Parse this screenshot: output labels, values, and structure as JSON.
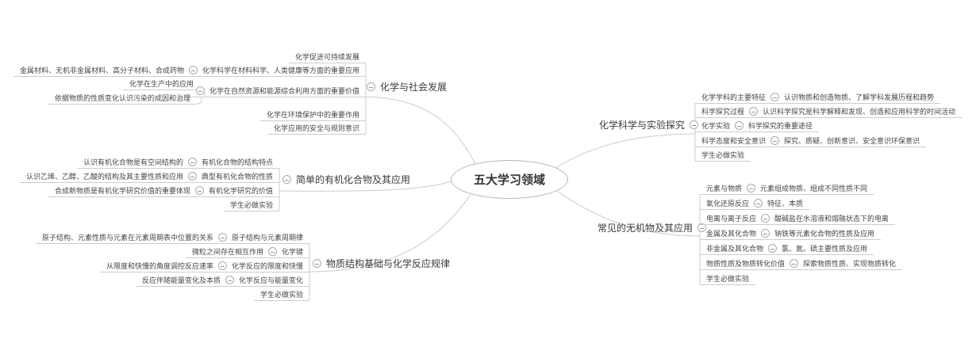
{
  "root": {
    "label": "五大学习领域"
  },
  "colors": {
    "line": "#cccccc",
    "text": "#404040",
    "icon_border": "#ababab",
    "node_border": "#b6b6b6"
  },
  "branches": [
    {
      "label": "化学与社会发展",
      "items": [
        {
          "label": "化学促进可持续发展"
        },
        {
          "label": "化学科学在材料科学、人类健康等方面的重要应用",
          "children": [
            {
              "label": "金属材料、无机非金属材料、高分子材料、合成药物"
            }
          ]
        },
        {
          "label": "化学在自然资源和能源综合利用方面的重要价值",
          "children": [
            {
              "label": "化学在生产中的应用"
            },
            {
              "label": "依据物质的性质变化认识污染的成因和治理"
            }
          ]
        },
        {
          "label": "化学在环境保护中的重要作用"
        },
        {
          "label": "化学应用的安全与规则意识"
        }
      ]
    },
    {
      "label": "简单的有机化合物及其应用",
      "items": [
        {
          "label": "有机化合物的结构特点",
          "children": [
            {
              "label": "认识有机化合物是有空间结构的"
            }
          ]
        },
        {
          "label": "典型有机化合物的性质",
          "children": [
            {
              "label": "认识乙烯、乙醇、乙酸的结构及其主要性质和应用"
            }
          ]
        },
        {
          "label": "有机化学研究的价值",
          "children": [
            {
              "label": "合成新物质是有机化学研究价值的重要体现"
            }
          ]
        },
        {
          "label": "学生必做实验"
        }
      ]
    },
    {
      "label": "物质结构基础与化学反应规律",
      "items": [
        {
          "label": "原子结构与元素周期律",
          "children": [
            {
              "label": "原子结构、元素性质与元素在元素周期表中位置的关系"
            }
          ]
        },
        {
          "label": "化学键",
          "children": [
            {
              "label": "微粒之间存在相互作用"
            }
          ]
        },
        {
          "label": "化学反应的限度和快慢",
          "children": [
            {
              "label": "从限度和快慢的角度调控反应速率"
            }
          ]
        },
        {
          "label": "化学反应与能量变化",
          "children": [
            {
              "label": "反应伴随能量变化及本质"
            }
          ]
        },
        {
          "label": "学生必做实验"
        }
      ]
    },
    {
      "label": "化学科学与实验探究",
      "items": [
        {
          "label": "化学学科的主要特征",
          "children": [
            {
              "label": "认识物质和创造物质、了解学科发展历程和趋势"
            }
          ]
        },
        {
          "label": "科学探究过程",
          "children": [
            {
              "label": "认识科学探究是科学解释和发现、创造和应用科学的时间活动"
            }
          ]
        },
        {
          "label": "化学实验",
          "children": [
            {
              "label": "科学探究的重要途径"
            }
          ]
        },
        {
          "label": "科学态度和安全意识",
          "children": [
            {
              "label": "探究、质疑、创新意识、安全意识环保意识"
            }
          ]
        },
        {
          "label": "学生必做实验"
        }
      ]
    },
    {
      "label": "常见的无机物及其应用",
      "items": [
        {
          "label": "元素与物质",
          "children": [
            {
              "label": "元素组成物质、组成不同性质不同"
            }
          ]
        },
        {
          "label": "氧化还原反应",
          "children": [
            {
              "label": "特征、本质"
            }
          ]
        },
        {
          "label": "电离与离子反应",
          "children": [
            {
              "label": "酸碱盐在水溶液和熔融状态下的电离"
            }
          ]
        },
        {
          "label": "金属及其化合物",
          "children": [
            {
              "label": "钠铁等元素化合物的性质及应用"
            }
          ]
        },
        {
          "label": "非金属及其化合物",
          "children": [
            {
              "label": "氯、氮、硫主要性质及应用"
            }
          ]
        },
        {
          "label": "物质性质及物质转化价值",
          "children": [
            {
              "label": "探索物质性质、实现物质转化"
            }
          ]
        },
        {
          "label": "学生必做实验"
        }
      ]
    }
  ]
}
